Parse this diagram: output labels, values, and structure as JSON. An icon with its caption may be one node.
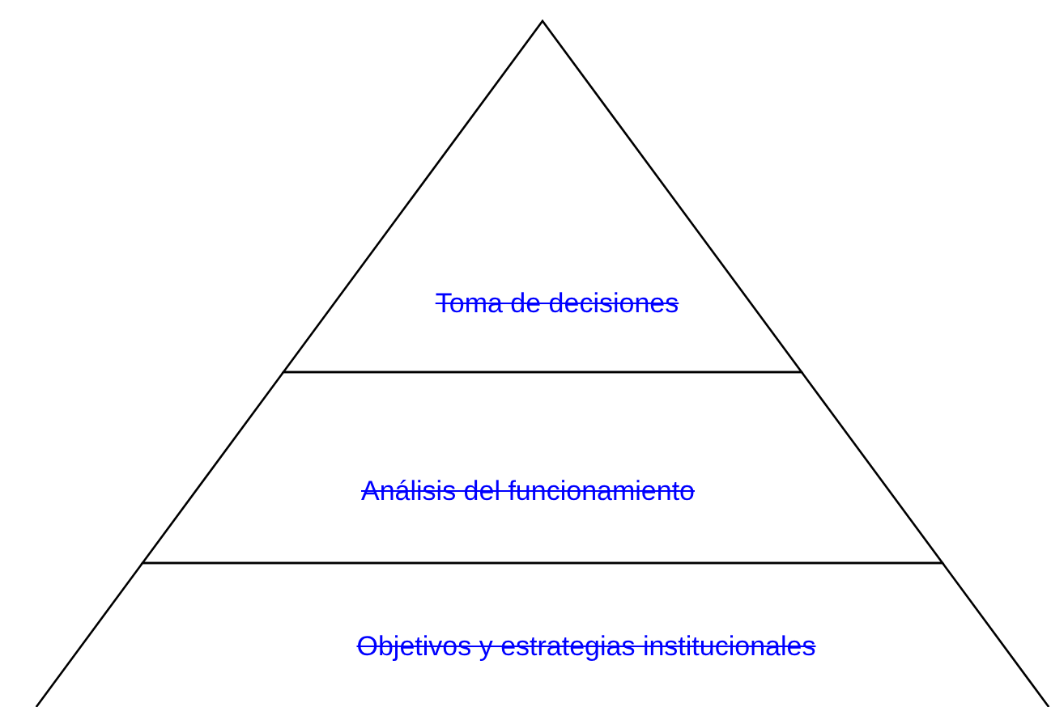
{
  "diagram": {
    "nodes": [
      {
        "text": [
          "Toma de decisiones"
        ]
      },
      {
        "text": [
          "Análisis del funcionamiento"
        ]
      },
      {
        "text": [
          "Objetivos y estrategias institucionales"
        ]
      }
    ]
  }
}
